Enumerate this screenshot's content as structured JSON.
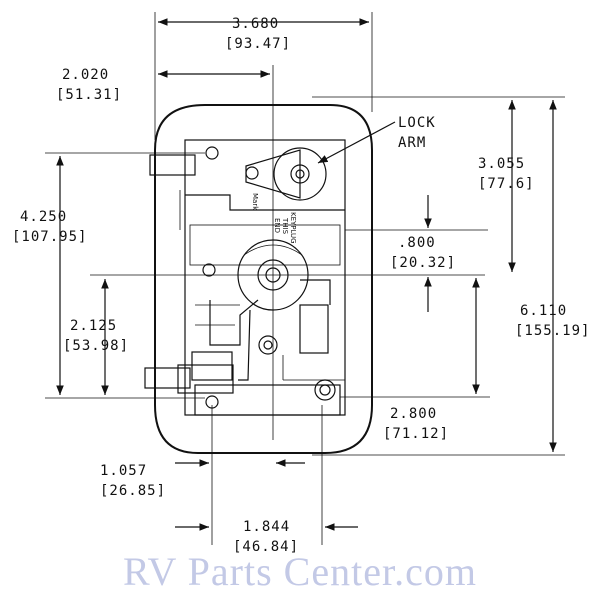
{
  "dimensions": {
    "overall_width": {
      "in": "3.680",
      "mm": "[93.47]"
    },
    "left_offset": {
      "in": "2.020",
      "mm": "[51.31]"
    },
    "left_height": {
      "in": "4.250",
      "mm": "[107.95]"
    },
    "lower_left_height": {
      "in": "2.125",
      "mm": "[53.98]"
    },
    "top_to_hub": {
      "in": "3.055",
      "mm": "[77.6]"
    },
    "hub_offset": {
      "in": ".800",
      "mm": "[20.32]"
    },
    "overall_height": {
      "in": "6.110",
      "mm": "[155.19]"
    },
    "lower_right_height": {
      "in": "2.800",
      "mm": "[71.12]"
    },
    "bottom_left_width": {
      "in": "1.057",
      "mm": "[26.85]"
    },
    "bottom_width": {
      "in": "1.844",
      "mm": "[46.84]"
    }
  },
  "callouts": {
    "lock_arm_line1": "LOCK",
    "lock_arm_line2": "ARM"
  },
  "labels": {
    "mark": "Mark",
    "keyplug_line1": "KEYPLUG",
    "keyplug_line2": "THIS",
    "keyplug_line3": "END"
  },
  "watermark": "RV Parts Center.com"
}
